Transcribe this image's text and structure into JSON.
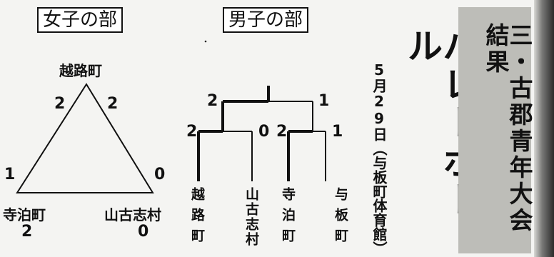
{
  "women": {
    "title": "女子の部",
    "top_team": "越路町",
    "left_team": "寺泊町",
    "right_team": "山古志村",
    "score_top_left": "2",
    "score_top_right": "2",
    "score_left_up": "1",
    "score_right_up": "0",
    "left_total": "2",
    "right_total": "0"
  },
  "men": {
    "title": "男子の部",
    "teams": [
      "越路町",
      "山古志村",
      "寺泊町",
      "与板町"
    ],
    "r1_left_scores": [
      "2",
      "0"
    ],
    "r1_right_scores": [
      "2",
      "1"
    ],
    "final_scores": [
      "2",
      "1"
    ]
  },
  "header": {
    "date": "5月29日（与板町体育館）",
    "sport": "バレーボール",
    "banner": "三・古郡青年大会結果"
  }
}
